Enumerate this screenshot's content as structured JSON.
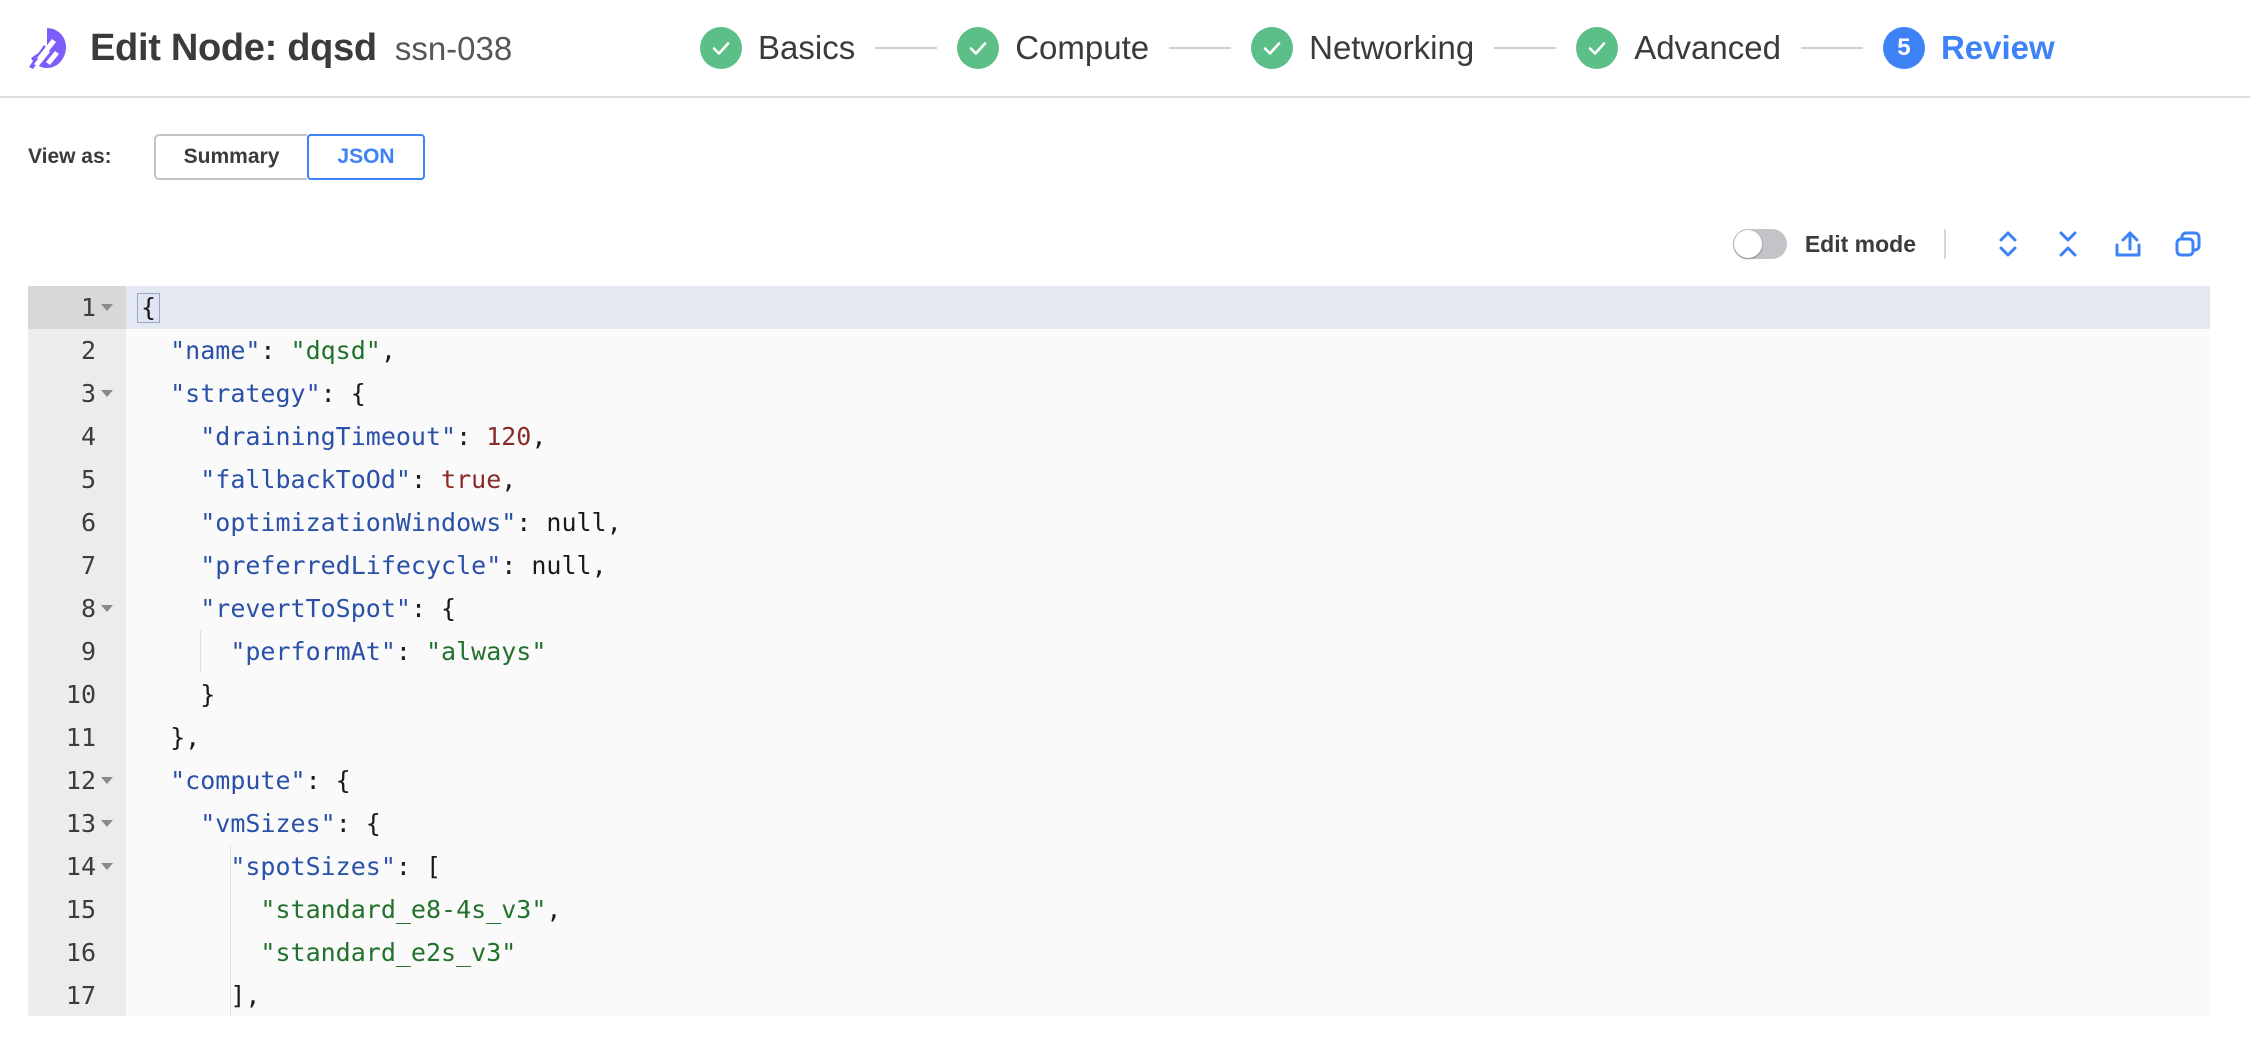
{
  "header": {
    "logo_icon": "spot-logo-icon",
    "title": "Edit Node: dqsd",
    "subtitle": "ssn-038",
    "stepper": [
      {
        "label": "Basics",
        "state": "done",
        "marker": "check-icon"
      },
      {
        "label": "Compute",
        "state": "done",
        "marker": "check-icon"
      },
      {
        "label": "Networking",
        "state": "done",
        "marker": "check-icon"
      },
      {
        "label": "Advanced",
        "state": "done",
        "marker": "check-icon"
      },
      {
        "label": "Review",
        "state": "active",
        "marker": "5"
      }
    ]
  },
  "view_as": {
    "label": "View as:",
    "options": [
      {
        "label": "Summary",
        "selected": false
      },
      {
        "label": "JSON",
        "selected": true
      }
    ]
  },
  "editor_toolbar": {
    "edit_mode_label": "Edit mode",
    "edit_mode_on": false,
    "buttons": [
      {
        "name": "expand-all-icon",
        "title": "Expand all"
      },
      {
        "name": "collapse-all-icon",
        "title": "Collapse all"
      },
      {
        "name": "export-icon",
        "title": "Export"
      },
      {
        "name": "copy-icon",
        "title": "Copy"
      }
    ]
  },
  "code_editor": {
    "language": "json",
    "active_line": 1,
    "lines": [
      {
        "n": 1,
        "fold": true,
        "indent": 0,
        "tokens": [
          {
            "t": "bracket",
            "v": "{"
          }
        ]
      },
      {
        "n": 2,
        "fold": false,
        "indent": 1,
        "tokens": [
          {
            "t": "key",
            "v": "\"name\""
          },
          {
            "t": "punct",
            "v": ": "
          },
          {
            "t": "str",
            "v": "\"dqsd\""
          },
          {
            "t": "punct",
            "v": ","
          }
        ]
      },
      {
        "n": 3,
        "fold": true,
        "indent": 1,
        "tokens": [
          {
            "t": "key",
            "v": "\"strategy\""
          },
          {
            "t": "punct",
            "v": ": {"
          }
        ]
      },
      {
        "n": 4,
        "fold": false,
        "indent": 2,
        "tokens": [
          {
            "t": "key",
            "v": "\"drainingTimeout\""
          },
          {
            "t": "punct",
            "v": ": "
          },
          {
            "t": "num",
            "v": "120"
          },
          {
            "t": "punct",
            "v": ","
          }
        ]
      },
      {
        "n": 5,
        "fold": false,
        "indent": 2,
        "tokens": [
          {
            "t": "key",
            "v": "\"fallbackToOd\""
          },
          {
            "t": "punct",
            "v": ": "
          },
          {
            "t": "bool",
            "v": "true"
          },
          {
            "t": "punct",
            "v": ","
          }
        ]
      },
      {
        "n": 6,
        "fold": false,
        "indent": 2,
        "tokens": [
          {
            "t": "key",
            "v": "\"optimizationWindows\""
          },
          {
            "t": "punct",
            "v": ": "
          },
          {
            "t": "null",
            "v": "null"
          },
          {
            "t": "punct",
            "v": ","
          }
        ]
      },
      {
        "n": 7,
        "fold": false,
        "indent": 2,
        "tokens": [
          {
            "t": "key",
            "v": "\"preferredLifecycle\""
          },
          {
            "t": "punct",
            "v": ": "
          },
          {
            "t": "null",
            "v": "null"
          },
          {
            "t": "punct",
            "v": ","
          }
        ]
      },
      {
        "n": 8,
        "fold": true,
        "indent": 2,
        "tokens": [
          {
            "t": "key",
            "v": "\"revertToSpot\""
          },
          {
            "t": "punct",
            "v": ": {"
          }
        ]
      },
      {
        "n": 9,
        "fold": false,
        "indent": 3,
        "tokens": [
          {
            "t": "key",
            "v": "\"performAt\""
          },
          {
            "t": "punct",
            "v": ": "
          },
          {
            "t": "str",
            "v": "\"always\""
          }
        ]
      },
      {
        "n": 10,
        "fold": false,
        "indent": 2,
        "tokens": [
          {
            "t": "punct",
            "v": "}"
          }
        ]
      },
      {
        "n": 11,
        "fold": false,
        "indent": 1,
        "tokens": [
          {
            "t": "punct",
            "v": "},"
          }
        ]
      },
      {
        "n": 12,
        "fold": true,
        "indent": 1,
        "tokens": [
          {
            "t": "key",
            "v": "\"compute\""
          },
          {
            "t": "punct",
            "v": ": {"
          }
        ]
      },
      {
        "n": 13,
        "fold": true,
        "indent": 2,
        "tokens": [
          {
            "t": "key",
            "v": "\"vmSizes\""
          },
          {
            "t": "punct",
            "v": ": {"
          }
        ]
      },
      {
        "n": 14,
        "fold": true,
        "indent": 3,
        "tokens": [
          {
            "t": "key",
            "v": "\"spotSizes\""
          },
          {
            "t": "punct",
            "v": ": ["
          }
        ]
      },
      {
        "n": 15,
        "fold": false,
        "indent": 4,
        "tokens": [
          {
            "t": "str",
            "v": "\"standard_e8-4s_v3\""
          },
          {
            "t": "punct",
            "v": ","
          }
        ]
      },
      {
        "n": 16,
        "fold": false,
        "indent": 4,
        "tokens": [
          {
            "t": "str",
            "v": "\"standard_e2s_v3\""
          }
        ]
      },
      {
        "n": 17,
        "fold": false,
        "indent": 3,
        "tokens": [
          {
            "t": "punct",
            "v": "],"
          }
        ]
      }
    ]
  },
  "colors": {
    "brand_purple": "#7C5CFA",
    "accent_blue": "#3E82F7",
    "step_green": "#5CBF88",
    "json_key": "#2A50A8",
    "json_string": "#22712C",
    "json_number": "#8C2A2A",
    "editor_bg": "#FAFAFA",
    "active_line": "#E3E8F2",
    "gutter_bg": "#ECECEC"
  }
}
